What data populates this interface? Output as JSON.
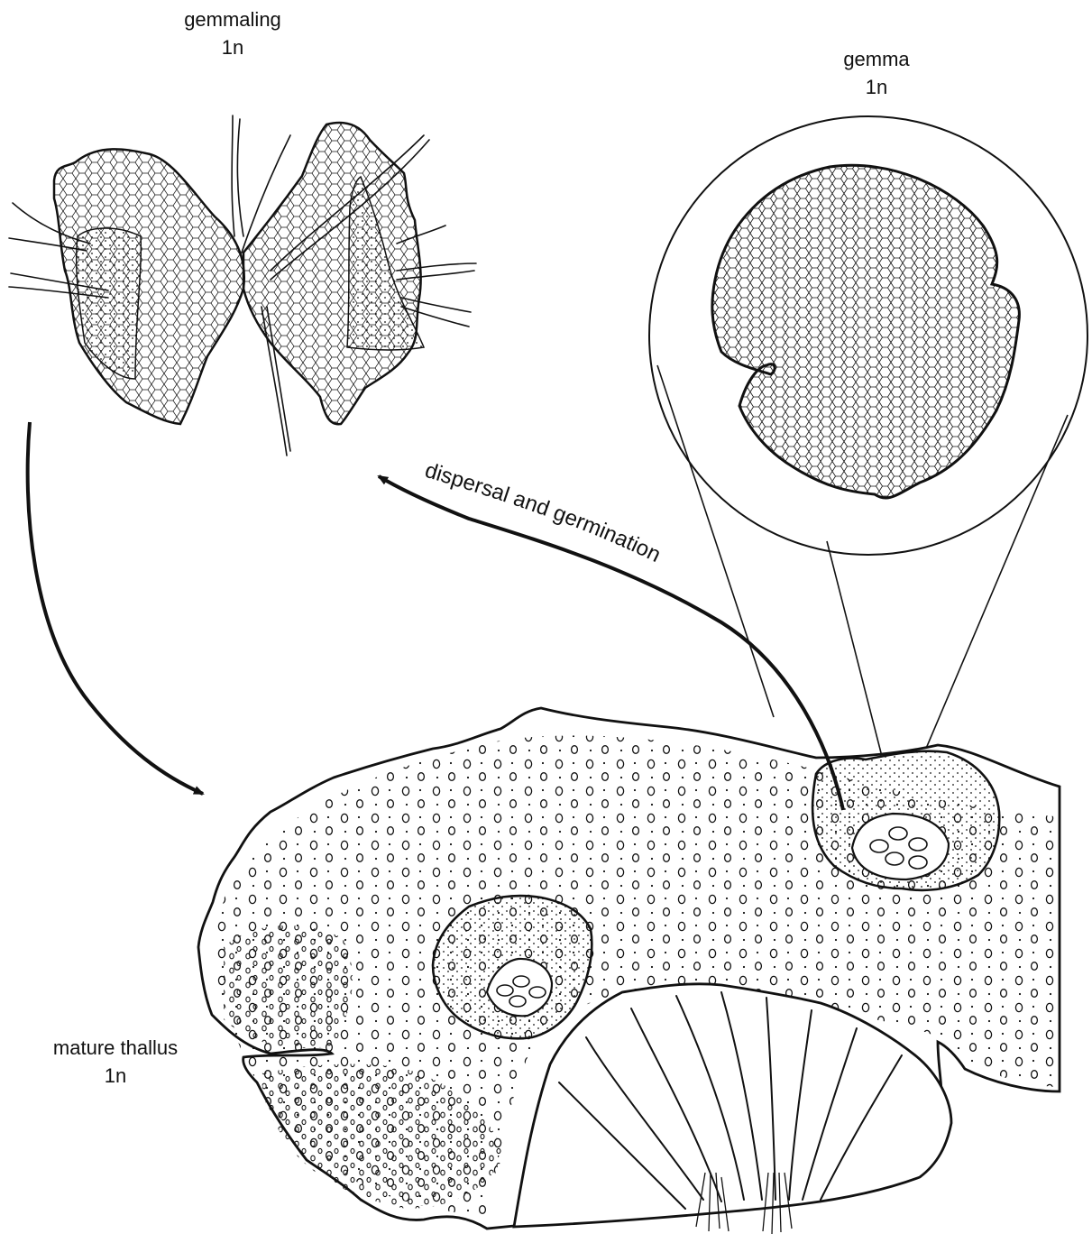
{
  "labels": {
    "gemmaling": {
      "name": "gemmaling",
      "ploidy": "1n"
    },
    "gemma": {
      "name": "gemma",
      "ploidy": "1n"
    },
    "mature_thallus": {
      "name": "mature thallus",
      "ploidy": "1n"
    }
  },
  "arrows": {
    "dispersal": "dispersal and germination"
  },
  "colors": {
    "ink": "#111111",
    "background": "#ffffff"
  }
}
